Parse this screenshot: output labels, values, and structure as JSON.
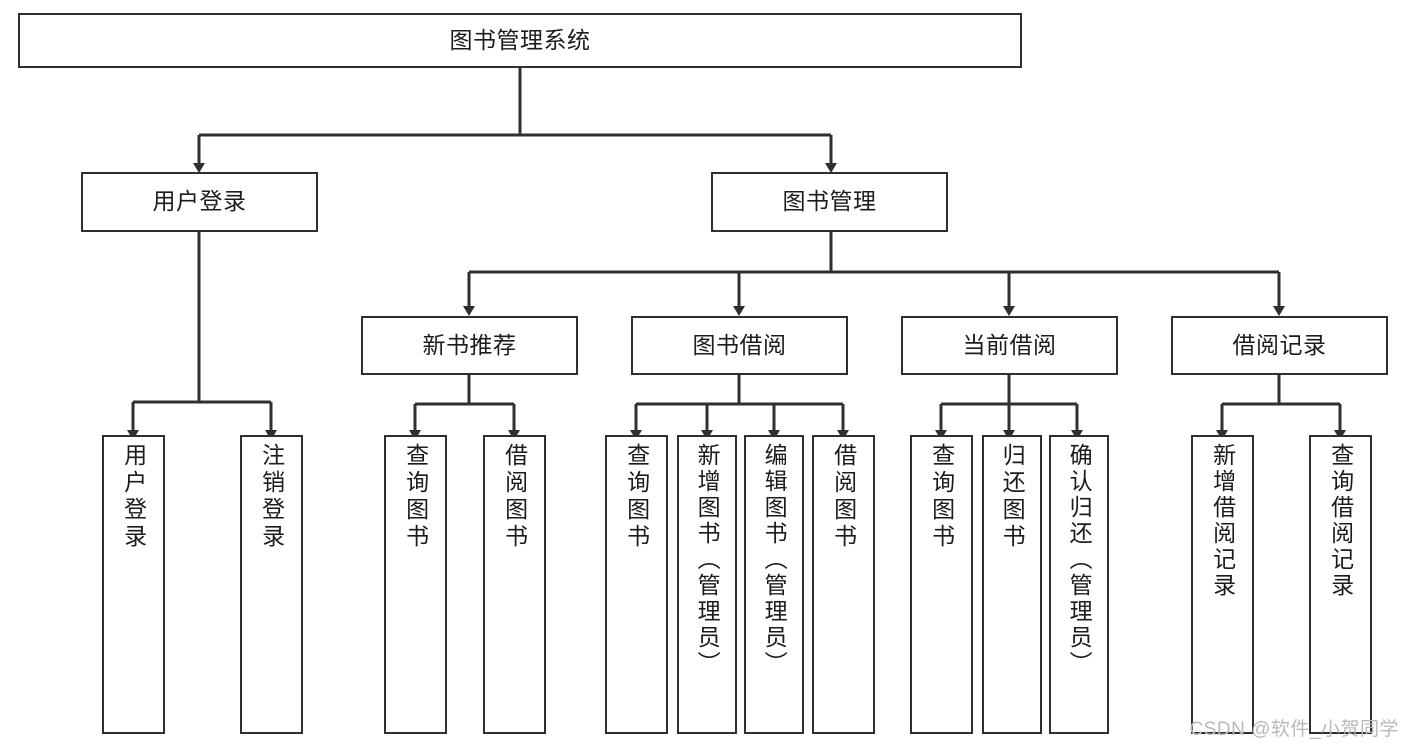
{
  "diagram": {
    "title": "图书管理系统",
    "type": "tree-hierarchy",
    "watermark": "CSDN @软件_小贺同学",
    "colors": {
      "stroke": "#2f2f2f",
      "fill": "#ffffff",
      "text": "#1c1c1c",
      "watermark": "#b9b9b9"
    },
    "root": {
      "label": "图书管理系统"
    },
    "level2": [
      {
        "label": "用户登录"
      },
      {
        "label": "图书管理"
      }
    ],
    "level3": [
      {
        "label": "新书推荐"
      },
      {
        "label": "图书借阅"
      },
      {
        "label": "当前借阅"
      },
      {
        "label": "借阅记录"
      }
    ],
    "leaves": {
      "user_login": [
        {
          "label": "用户登录"
        },
        {
          "label": "注销登录"
        }
      ],
      "new_book_recommend": [
        {
          "label": "查询图书"
        },
        {
          "label": "借阅图书"
        }
      ],
      "book_borrow": [
        {
          "label": "查询图书"
        },
        {
          "label": "新增图书（管理员）"
        },
        {
          "label": "编辑图书（管理员）"
        },
        {
          "label": "借阅图书"
        }
      ],
      "current_borrow": [
        {
          "label": "查询图书"
        },
        {
          "label": "归还图书"
        },
        {
          "label": "确认归还（管理员）"
        }
      ],
      "borrow_record": [
        {
          "label": "新增借阅记录"
        },
        {
          "label": "查询借阅记录"
        }
      ]
    }
  }
}
